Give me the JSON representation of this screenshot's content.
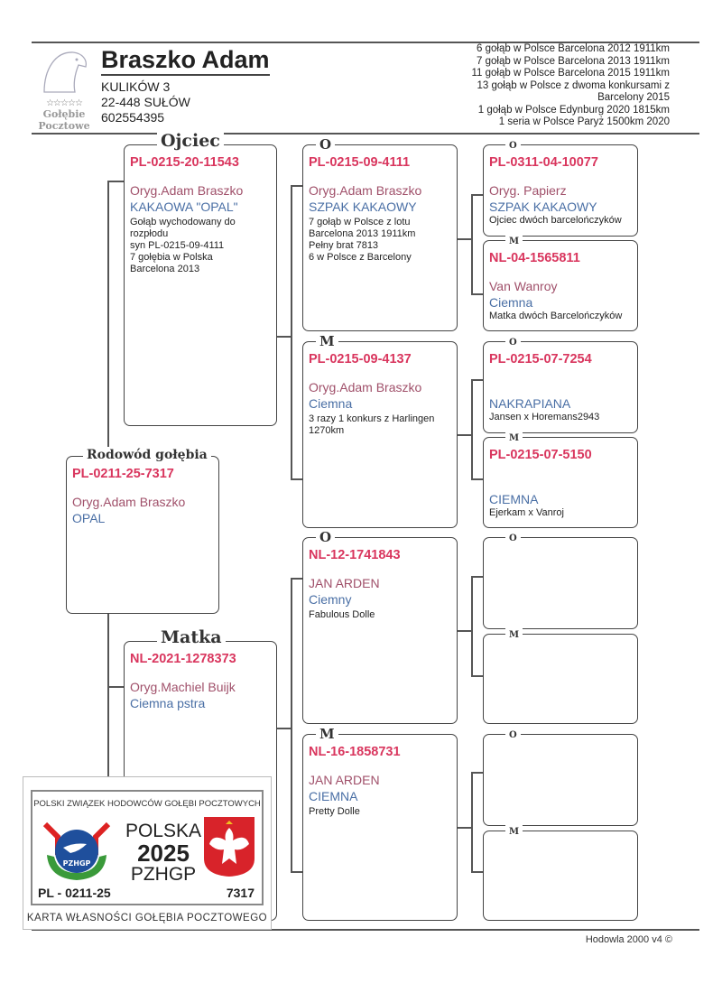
{
  "header": {
    "owner": "Braszko Adam",
    "address": [
      "KULIKÓW 3",
      "22-448 SUŁÓW",
      "602554395"
    ],
    "logo_text": [
      "Gołębie",
      "Pocztowe"
    ],
    "logo_stars": "☆☆☆☆☆",
    "achievements": "6  gołąb w  Polsce   Barcelona 2012 1911km\n7 gołąb w Polsce   Barcelona 2013 1911km\n11  gołąb w Polsce  Barcelona 2015   1911km\n13 gołąb w Polsce z dwoma konkursami z\nBarcelony 2015\n1  gołąb w Polsce  Edynburg 2020 1815km\n1 seria w Polsce  Paryż 1500km 2020"
  },
  "subject": {
    "label": "Rodowód gołębia",
    "ring": "PL-0211-25-7317",
    "breeder": "Oryg.Adam Braszko",
    "color": "OPAL"
  },
  "father": {
    "label": "Ojciec",
    "ring": "PL-0215-20-11543",
    "breeder": "Oryg.Adam Braszko",
    "color": "KAKAOWA \"OPAL\"",
    "notes": "Gołąb wychodowany do\nrozpłodu\nsyn PL-0215-09-4111\n7 gołębia w Polska\nBarcelona 2013"
  },
  "mother": {
    "label": "Matka",
    "ring": "NL-2021-1278373",
    "breeder": "Oryg.Machiel Buijk",
    "color": "Ciemna pstra"
  },
  "ff": {
    "label": "O",
    "ring": "PL-0215-09-4111",
    "breeder": "Oryg.Adam Braszko",
    "color": "SZPAK KAKAOWY",
    "notes": "7  gołąb w  Polsce  z lotu\nBarcelona 2013 1911km\nPełny brat 7813\n6 w Polsce z Barcelony"
  },
  "fm": {
    "label": "M",
    "ring": "PL-0215-09-4137",
    "breeder": "Oryg.Adam Braszko",
    "color": "Ciemna",
    "notes": "3 razy 1 konkurs z Harlingen\n1270km"
  },
  "mf": {
    "label": "O",
    "ring": "NL-12-1741843",
    "breeder": "JAN ARDEN",
    "color": "Ciemny",
    "notes": "Fabulous Dolle"
  },
  "mm": {
    "label": "M",
    "ring": "NL-16-1858731",
    "breeder": "JAN ARDEN",
    "color": "CIEMNA",
    "notes": "Pretty Dolle"
  },
  "fff": {
    "label": "O",
    "ring": "PL-0311-04-10077",
    "breeder": "Oryg. Papierz",
    "color": "SZPAK KAKAOWY",
    "notes": "Ojciec dwóch barcelończyków"
  },
  "ffm": {
    "label": "M",
    "ring": "NL-04-1565811",
    "breeder": "Van Wanroy",
    "color": "Ciemna",
    "notes": "Matka dwóch Barcelończyków"
  },
  "fmf": {
    "label": "O",
    "ring": "PL-0215-07-7254",
    "color": "NAKRAPIANA",
    "notes": "Jansen x Horemans2943"
  },
  "fmm": {
    "label": "M",
    "ring": "PL-0215-07-5150",
    "color": "CIEMNA",
    "notes": "Ejerkam x Vanroj"
  },
  "mff": {
    "label": "O"
  },
  "mfm": {
    "label": "M"
  },
  "mmf": {
    "label": "O"
  },
  "mmm": {
    "label": "M"
  },
  "card": {
    "header": "POLSKI ZWIĄZEK HODOWCÓW GOŁĘBI POCZTOWYCH",
    "country": "POLSKA",
    "year": "2025",
    "org": "PZHGP",
    "badge": "PZHGP",
    "ring_prefix": "PL - 0211-25",
    "ring_number": "7317",
    "footer": "KARTA  WŁASNOŚCI GOŁĘBIA POCZTOWEGO"
  },
  "footer": "Hodowla 2000 v4 ©"
}
